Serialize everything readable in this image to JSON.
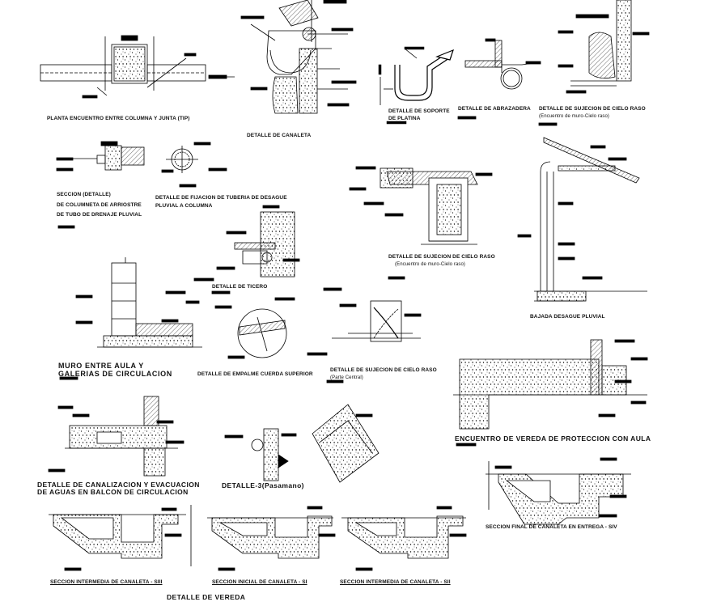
{
  "labels": {
    "planta_encuentro": "PLANTA ENCUENTRO ENTRE COLUMNA Y JUNTA (TIP)",
    "detalle_canaleta": "DETALLE DE CANALETA",
    "soporte_line1": "DETALLE DE SOPORTE",
    "soporte_line2": "DE PLATINA",
    "abrazadera": "DETALLE DE ABRAZADERA",
    "sujecion_top": "DETALLE DE SUJECION DE CIELO RASO",
    "sujecion_top_sub": "(Encuentro de muro-Cielo raso)",
    "seccion_line1": "SECCION (DETALLE)",
    "seccion_line2": "DE COLUMNETA DE ARRIOSTRE",
    "seccion_line3": "DE TUBO DE DRENAJE PLUVIAL",
    "fijacion_line1": "DETALLE DE FIJACION DE TUBERIA DE DESAGUE",
    "fijacion_line2": "PLUVIAL A COLUMNA",
    "sujecion_mid": "DETALLE DE SUJECION DE CIELO RASO",
    "sujecion_mid_sub": "(Encuentro de muro-Cielo raso)",
    "ticero": "DETALLE DE TICERO",
    "bajada": "BAJADA DESAGUE PLUVIAL",
    "muro_line1": "MURO ENTRE AULA Y",
    "muro_line2": "GALERIAS DE CIRCULACION",
    "empalme": "DETALLE DE EMPALME CUERDA SUPERIOR",
    "sujecion_central": "DETALLE DE SUJECION DE CIELO RASO",
    "sujecion_central_sub": "(Parte Central)",
    "encuentro_vereda": "ENCUENTRO DE VEREDA DE PROTECCION CON AULA",
    "canalizacion_line1": "DETALLE DE CANALIZACION Y EVACUACION",
    "canalizacion_line2": "DE AGUAS EN BALCON DE CIRCULACION",
    "pasamano": "DETALLE-3(Pasamano)",
    "seccion_final": "SECCION FINAL DE CANALETA EN ENTREGA - SIV",
    "seccion_intermedia_siii": "SECCION INTERMEDIA DE CANALETA - SIII",
    "seccion_inicial_si": "SECCION INICIAL DE CANALETA - SI",
    "seccion_intermedia_sii": "SECCION INTERMEDIA DE CANALETA - SII",
    "detalle_vereda": "DETALLE DE VEREDA"
  }
}
